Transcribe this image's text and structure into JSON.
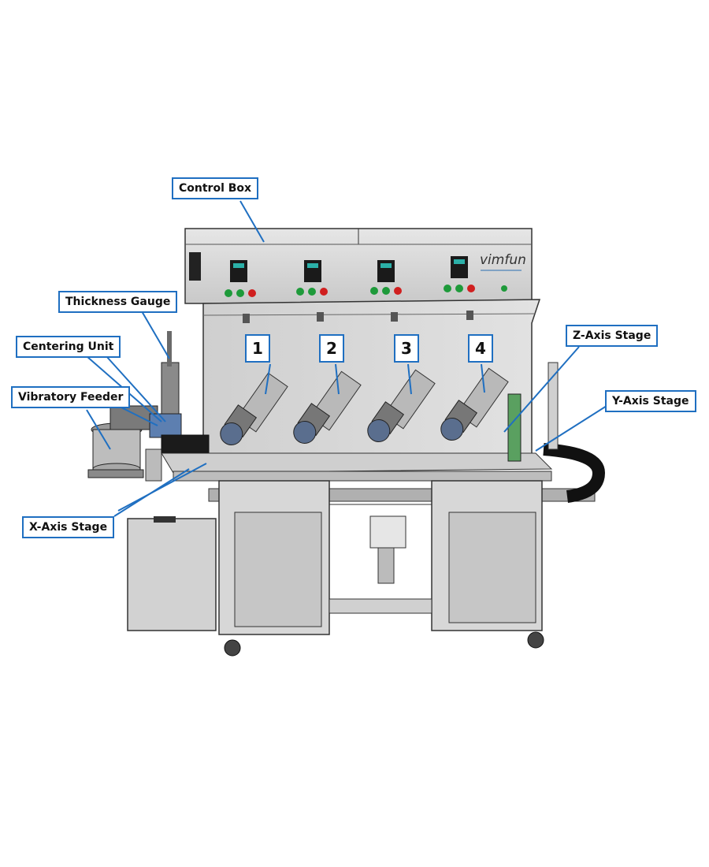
{
  "callouts": {
    "control_box": "Control Box",
    "thickness_gauge": "Thickness Gauge",
    "centering_unit": "Centering Unit",
    "vibratory_feeder": "Vibratory Feeder",
    "x_axis_stage": "X-Axis Stage",
    "z_axis_stage": "Z-Axis Stage",
    "y_axis_stage": "Y-Axis Stage"
  },
  "stations": [
    "1",
    "2",
    "3",
    "4"
  ],
  "brand": "vimfun",
  "colors": {
    "callout_border": "#1f6fc1",
    "leader_line": "#1f6fc1",
    "machine_body": "#d8d8d8",
    "indicator_green": "#1e9a3a",
    "indicator_red": "#d01f1f",
    "display_screen": "#2bb0a8"
  }
}
